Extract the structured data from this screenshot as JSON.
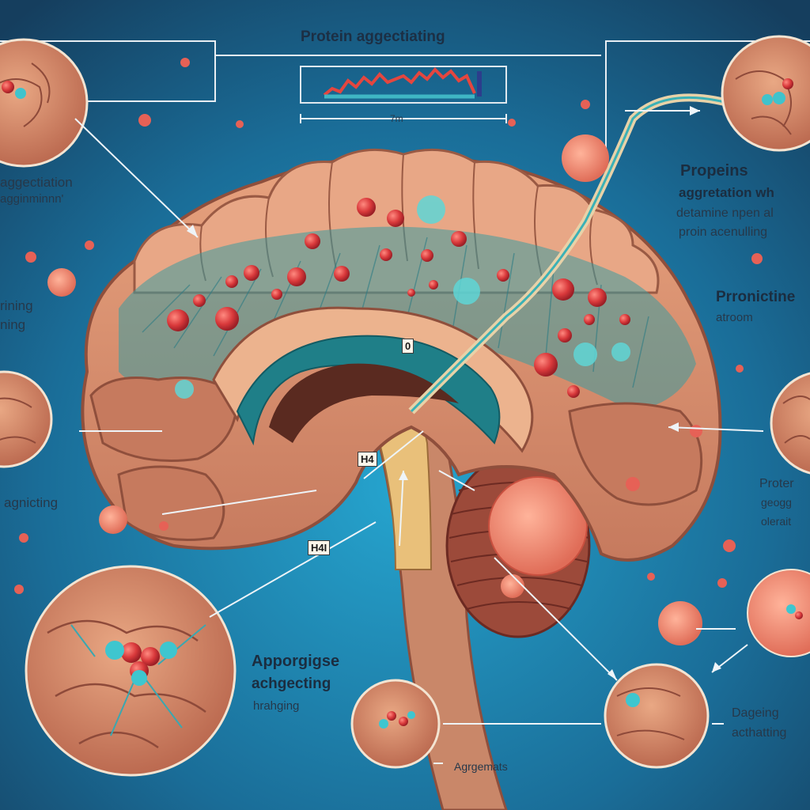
{
  "title": "Protein aggectiating",
  "scale_label": "7m",
  "tags": {
    "top": "0",
    "mid": "H4",
    "low": "H4I"
  },
  "left_labels": {
    "l1a": "aggectiation",
    "l1b": "agginminnn'",
    "l2a": "rining",
    "l2b": "ning",
    "l3": "agnicting"
  },
  "right_labels": {
    "r1a": "Propeins",
    "r1b": "aggretation wh",
    "r1c": "detamine npen al",
    "r1d": "proin acenulling",
    "r2a": "Prronictine",
    "r2b": "atroom",
    "r3a": "Proter",
    "r3b": "geogg",
    "r3c": "olerait"
  },
  "bottom_labels": {
    "b1a": "Apporgigse",
    "b1b": "achgecting",
    "b1c": "hrahging",
    "b2": "Agrgemats",
    "b3a": "Dageing",
    "b3b": "acthatting"
  },
  "colors": {
    "background": "#1f6f9c",
    "brain": "#c98a6a",
    "brain_dark": "#9e5a47",
    "teal": "#2a8a92",
    "protein_red": "#d93c3c",
    "aggregate_cyan": "#4fd0d2"
  }
}
